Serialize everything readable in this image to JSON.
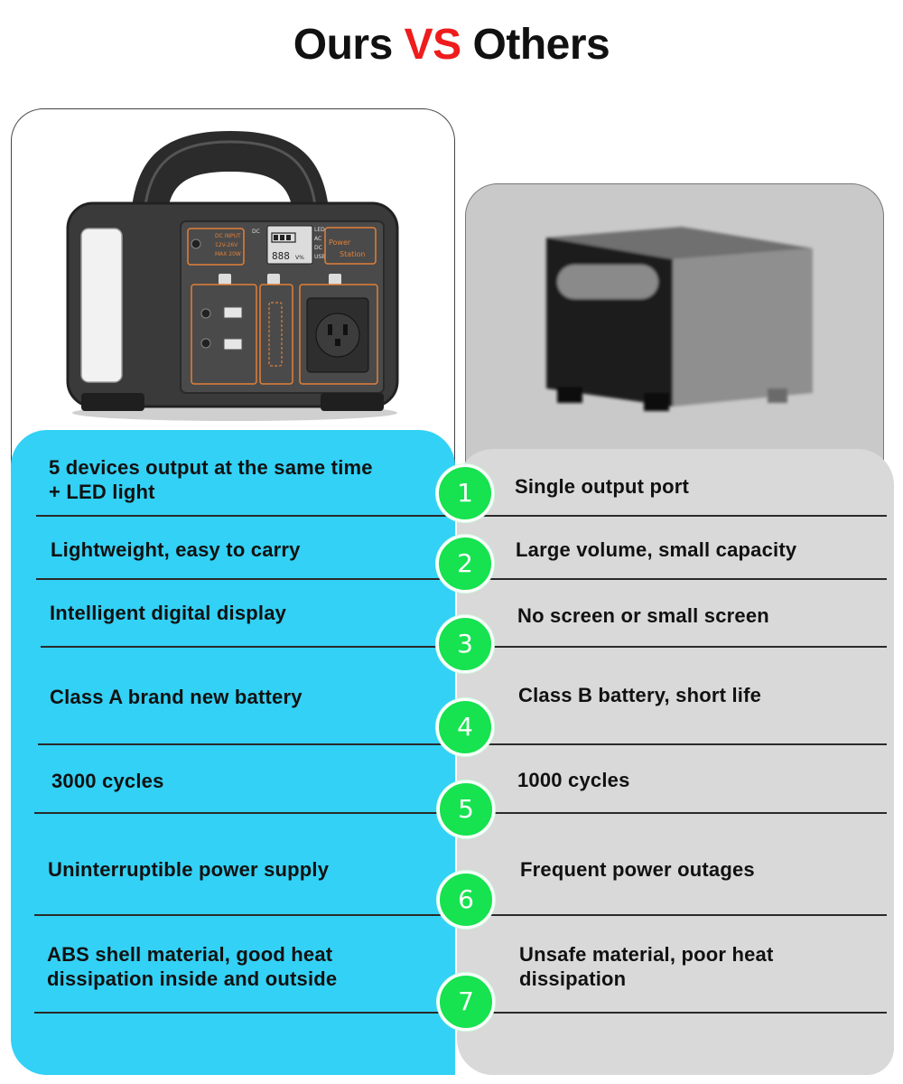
{
  "title": {
    "ours": "Ours",
    "vs": "VS",
    "others": "Others"
  },
  "colors": {
    "vs_red": "#ee1c1c",
    "ours_panel": "#33d1f5",
    "others_panel": "#d9d9d9",
    "number_badge": "#16e34f"
  },
  "rows": [
    {
      "number": "1",
      "ours": "5 devices output at the same time\n+ LED light",
      "others": "Single output port"
    },
    {
      "number": "2",
      "ours": "Lightweight, easy to carry",
      "others": "Large volume, small capacity"
    },
    {
      "number": "3",
      "ours": "Intelligent digital display",
      "others": "No screen or small screen"
    },
    {
      "number": "4",
      "ours": "Class A brand new battery",
      "others": "Class B battery, short life"
    },
    {
      "number": "5",
      "ours": "3000 cycles",
      "others": "1000 cycles"
    },
    {
      "number": "6",
      "ours": "Uninterruptible power supply",
      "others": "Frequent power outages"
    },
    {
      "number": "7",
      "ours": "ABS shell material, good heat\ndissipation inside and outside",
      "others": "Unsafe material, poor heat\ndissipation"
    }
  ],
  "device": {
    "panel_dc_input": "DC INPUT",
    "panel_volt": "12V-26V",
    "panel_max": "MAX 20W",
    "display_left": "DC",
    "display_right_1": "LED",
    "display_right_2": "AC",
    "display_right_3": "DC",
    "display_right_4": "USB",
    "display_digits": "888",
    "display_unit": "V%",
    "brand_line_1": "Power",
    "brand_line_2": "Station"
  }
}
